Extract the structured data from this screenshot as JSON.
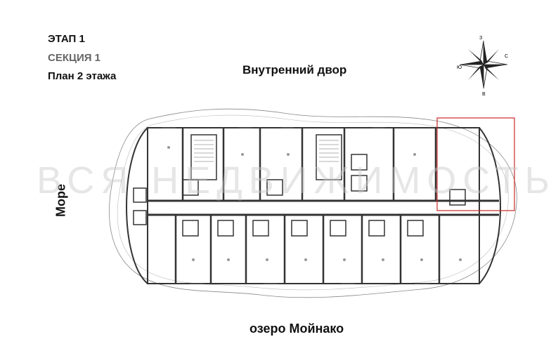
{
  "header": {
    "stage": "ЭТАП 1",
    "section": "СЕКЦИЯ 1",
    "floor_plan": "План 2 этажа"
  },
  "orientation": {
    "north_side": "Внутренний двор",
    "south_side": "озеро Мойнако",
    "west_side": "Море"
  },
  "compass": {
    "letters": [
      "З",
      "С",
      "В",
      "Ю"
    ]
  },
  "watermark": "ВСЯ НЕДВИЖИМОСТЬ",
  "highlight_color": "#cc2a2a"
}
